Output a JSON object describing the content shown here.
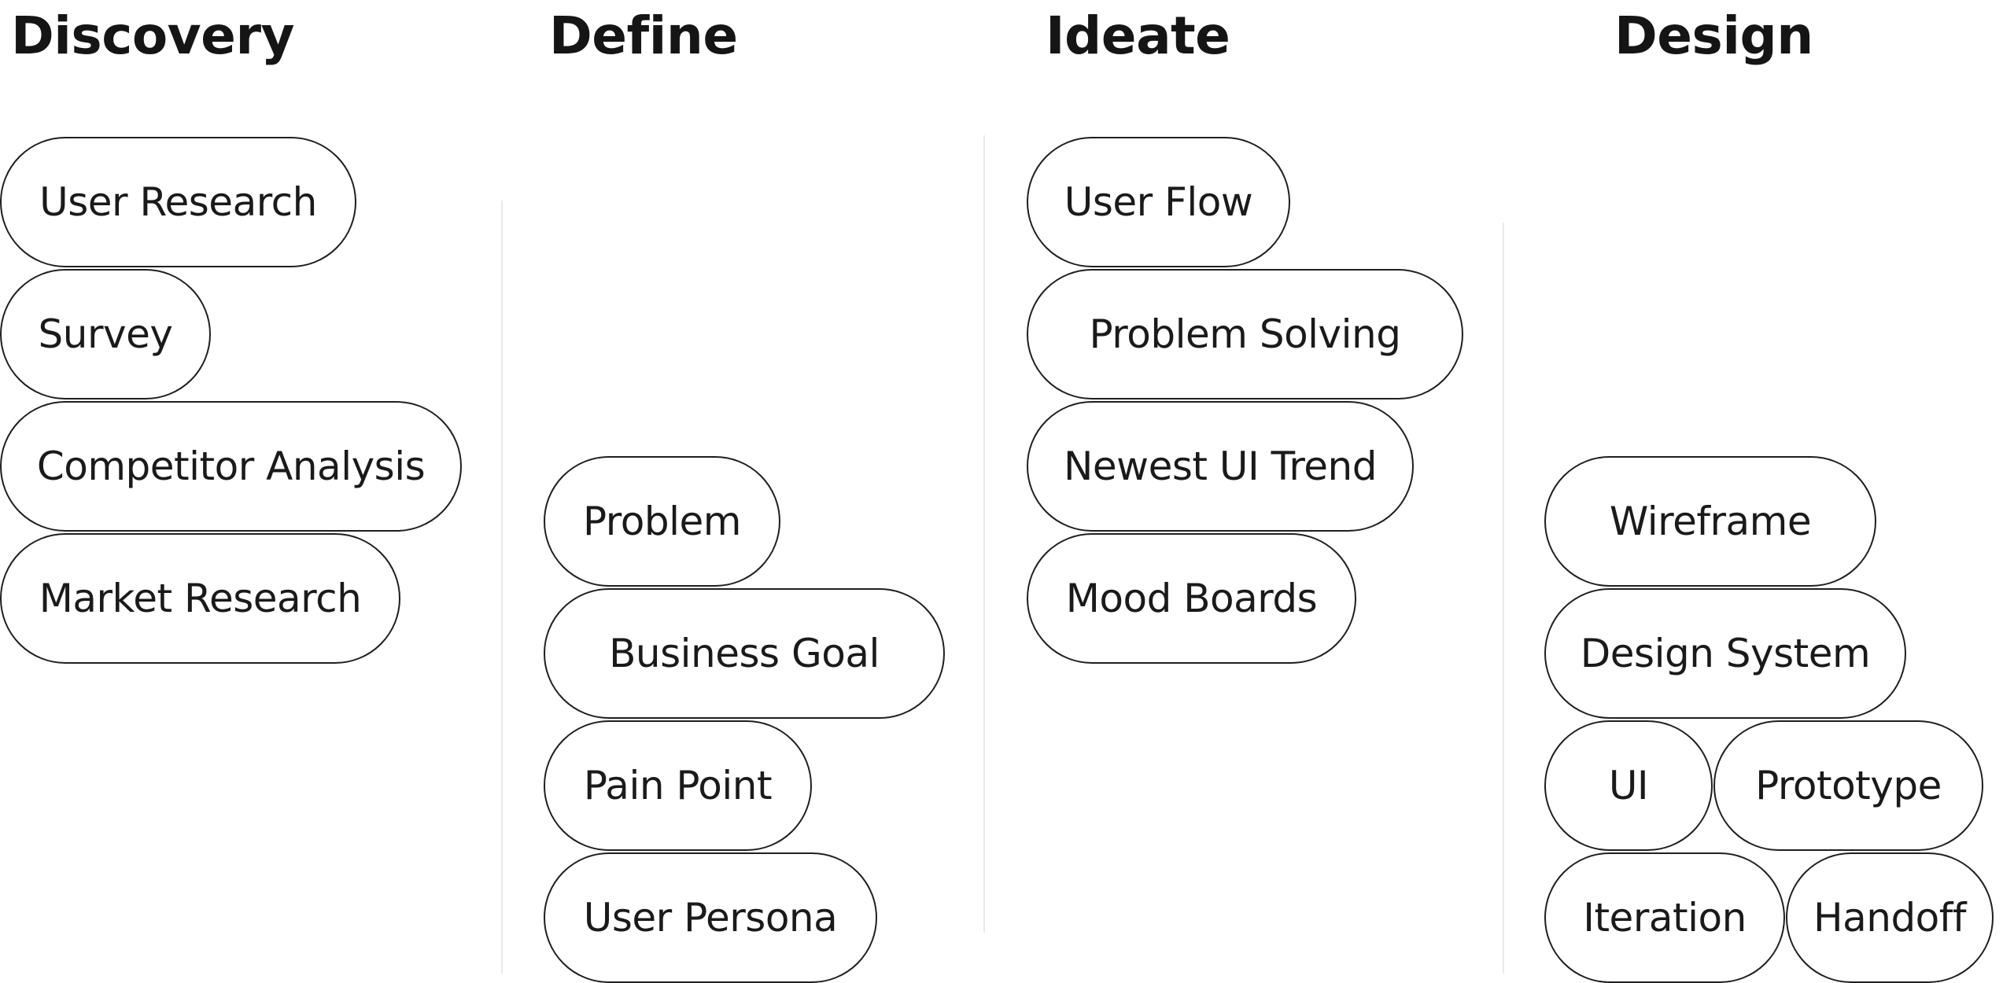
{
  "columns": [
    {
      "title": "Discovery",
      "items": [
        "User Research",
        "Survey",
        "Competitor Analysis",
        "Market Research"
      ]
    },
    {
      "title": "Define",
      "items": [
        "Problem",
        "Business Goal",
        "Pain Point",
        "User Persona"
      ]
    },
    {
      "title": "Ideate",
      "items": [
        "User Flow",
        "Problem Solving",
        "Newest UI Trend",
        "Mood Boards"
      ]
    },
    {
      "title": "Design",
      "items": [
        "Wireframe",
        "Design System",
        "UI",
        "Prototype",
        "Iteration",
        "Handoff"
      ]
    }
  ]
}
